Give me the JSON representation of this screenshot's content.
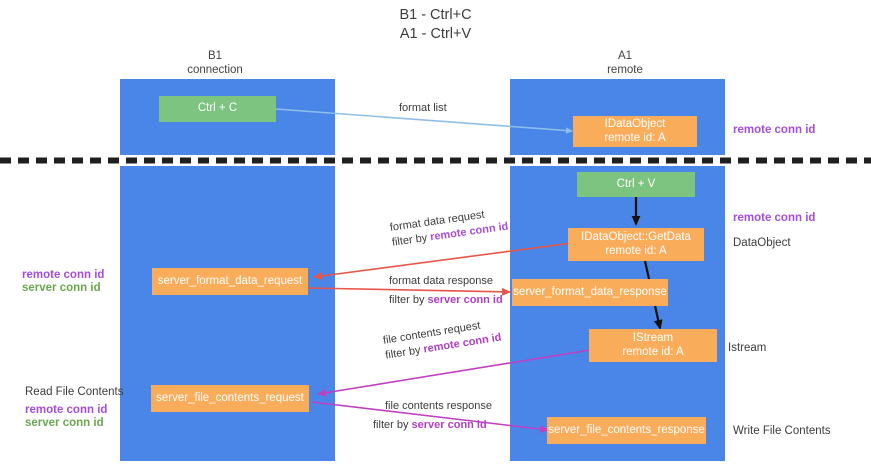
{
  "title": {
    "line1": "B1 - Ctrl+C",
    "line2": "A1 - Ctrl+V"
  },
  "columns": {
    "left": {
      "name": "B1",
      "role": "connection"
    },
    "right": {
      "name": "A1",
      "role": "remote"
    }
  },
  "nodes": {
    "ctrl_c": {
      "label": "Ctrl + C"
    },
    "ctrl_v": {
      "label": "Ctrl + V"
    },
    "idataobject": {
      "line1": "IDataObject",
      "line2": "remote id: A"
    },
    "getdata": {
      "line1": "IDataObject::GetData",
      "line2": "remote id: A"
    },
    "istream": {
      "line1": "IStream",
      "line2": "remote id: A"
    },
    "server_format_data_request": {
      "label": "server_format_data_request"
    },
    "server_format_data_response": {
      "label": "server_format_data_response"
    },
    "server_file_contents_request": {
      "label": "server_file_contents_request"
    },
    "server_file_contents_response": {
      "label": "server_file_contents_response"
    }
  },
  "edge_labels": {
    "format_list": {
      "text": "format list"
    },
    "format_data_request": {
      "line1": "format data request",
      "prefix": "filter by ",
      "highlight": "remote conn id"
    },
    "format_data_response": {
      "line1": "format data response",
      "prefix": "filter by ",
      "highlight": "server conn id"
    },
    "file_contents_request": {
      "line1": "file contents request",
      "prefix": "filter by ",
      "highlight": "remote conn id"
    },
    "file_contents_response": {
      "line1": "file contents response",
      "prefix": "filter by ",
      "highlight": "server conn id"
    }
  },
  "annotations": {
    "right_remote_conn_id_top": "remote conn id",
    "right_remote_conn_id_mid": "remote conn id",
    "right_dataobject": "DataObject",
    "right_istream": "Istream",
    "right_write_file_contents": "Write File Contents",
    "left_remote_conn_id_mid": "remote conn id",
    "left_server_conn_id_mid": "server conn id",
    "left_read_file_contents": "Read File Contents",
    "left_remote_conn_id_bottom": "remote conn id",
    "left_server_conn_id_bottom": "server conn id"
  },
  "colors": {
    "band": "#4a86e8",
    "green_node": "#7cc47f",
    "orange_node": "#f9ad5a",
    "purple_text": "#a64ddb",
    "green_text": "#6aa84f",
    "arrow_blue": "#8fbfe8",
    "arrow_red": "#e8564a",
    "arrow_magenta": "#c040c0",
    "arrow_black": "#000000",
    "divider": "#1f1f1f"
  }
}
